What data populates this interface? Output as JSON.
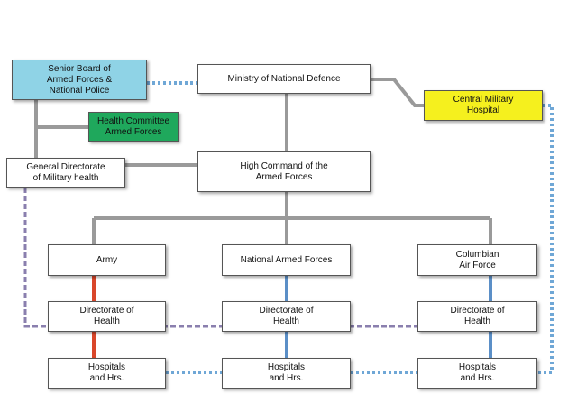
{
  "nodes": {
    "senior_board": {
      "label": "Senior Board of\nArmed Forces &\nNational Police",
      "fill": "#8fd3e6"
    },
    "health_committee": {
      "label": "Health Committee\nArmed Forces",
      "fill": "#1fa85c"
    },
    "ministry": {
      "label": "Ministry of National Defence",
      "fill": "#ffffff"
    },
    "central_hospital": {
      "label": "Central Military\nHospital",
      "fill": "#f5f01e"
    },
    "general_directorate": {
      "label": "General Directorate\nof Military health",
      "fill": "#ffffff"
    },
    "high_command": {
      "label": "High Command of the\nArmed Forces",
      "fill": "#ffffff"
    },
    "army": {
      "label": "Army",
      "fill": "#ffffff"
    },
    "national_forces": {
      "label": "National Armed Forces",
      "fill": "#ffffff"
    },
    "air_force": {
      "label": "Columbian\nAir Force",
      "fill": "#ffffff"
    },
    "army_directorate": {
      "label": "Directorate of\nHealth",
      "fill": "#ffffff"
    },
    "national_directorate": {
      "label": "Directorate of\nHealth",
      "fill": "#ffffff"
    },
    "air_directorate": {
      "label": "Directorate of\nHealth",
      "fill": "#ffffff"
    },
    "army_hospitals": {
      "label": "Hospitals\nand Hrs.",
      "fill": "#ffffff"
    },
    "national_hospitals": {
      "label": "Hospitals\nand Hrs.",
      "fill": "#ffffff"
    },
    "air_hospitals": {
      "label": "Hospitals\nand Hrs.",
      "fill": "#ffffff"
    }
  },
  "colors": {
    "line_gray": "#9a9a9a",
    "army_line": "#d9462a",
    "blue_line": "#5b8fc7",
    "dashed_blue": "#6fa7d6",
    "dashed_purple": "#8a7fae"
  }
}
